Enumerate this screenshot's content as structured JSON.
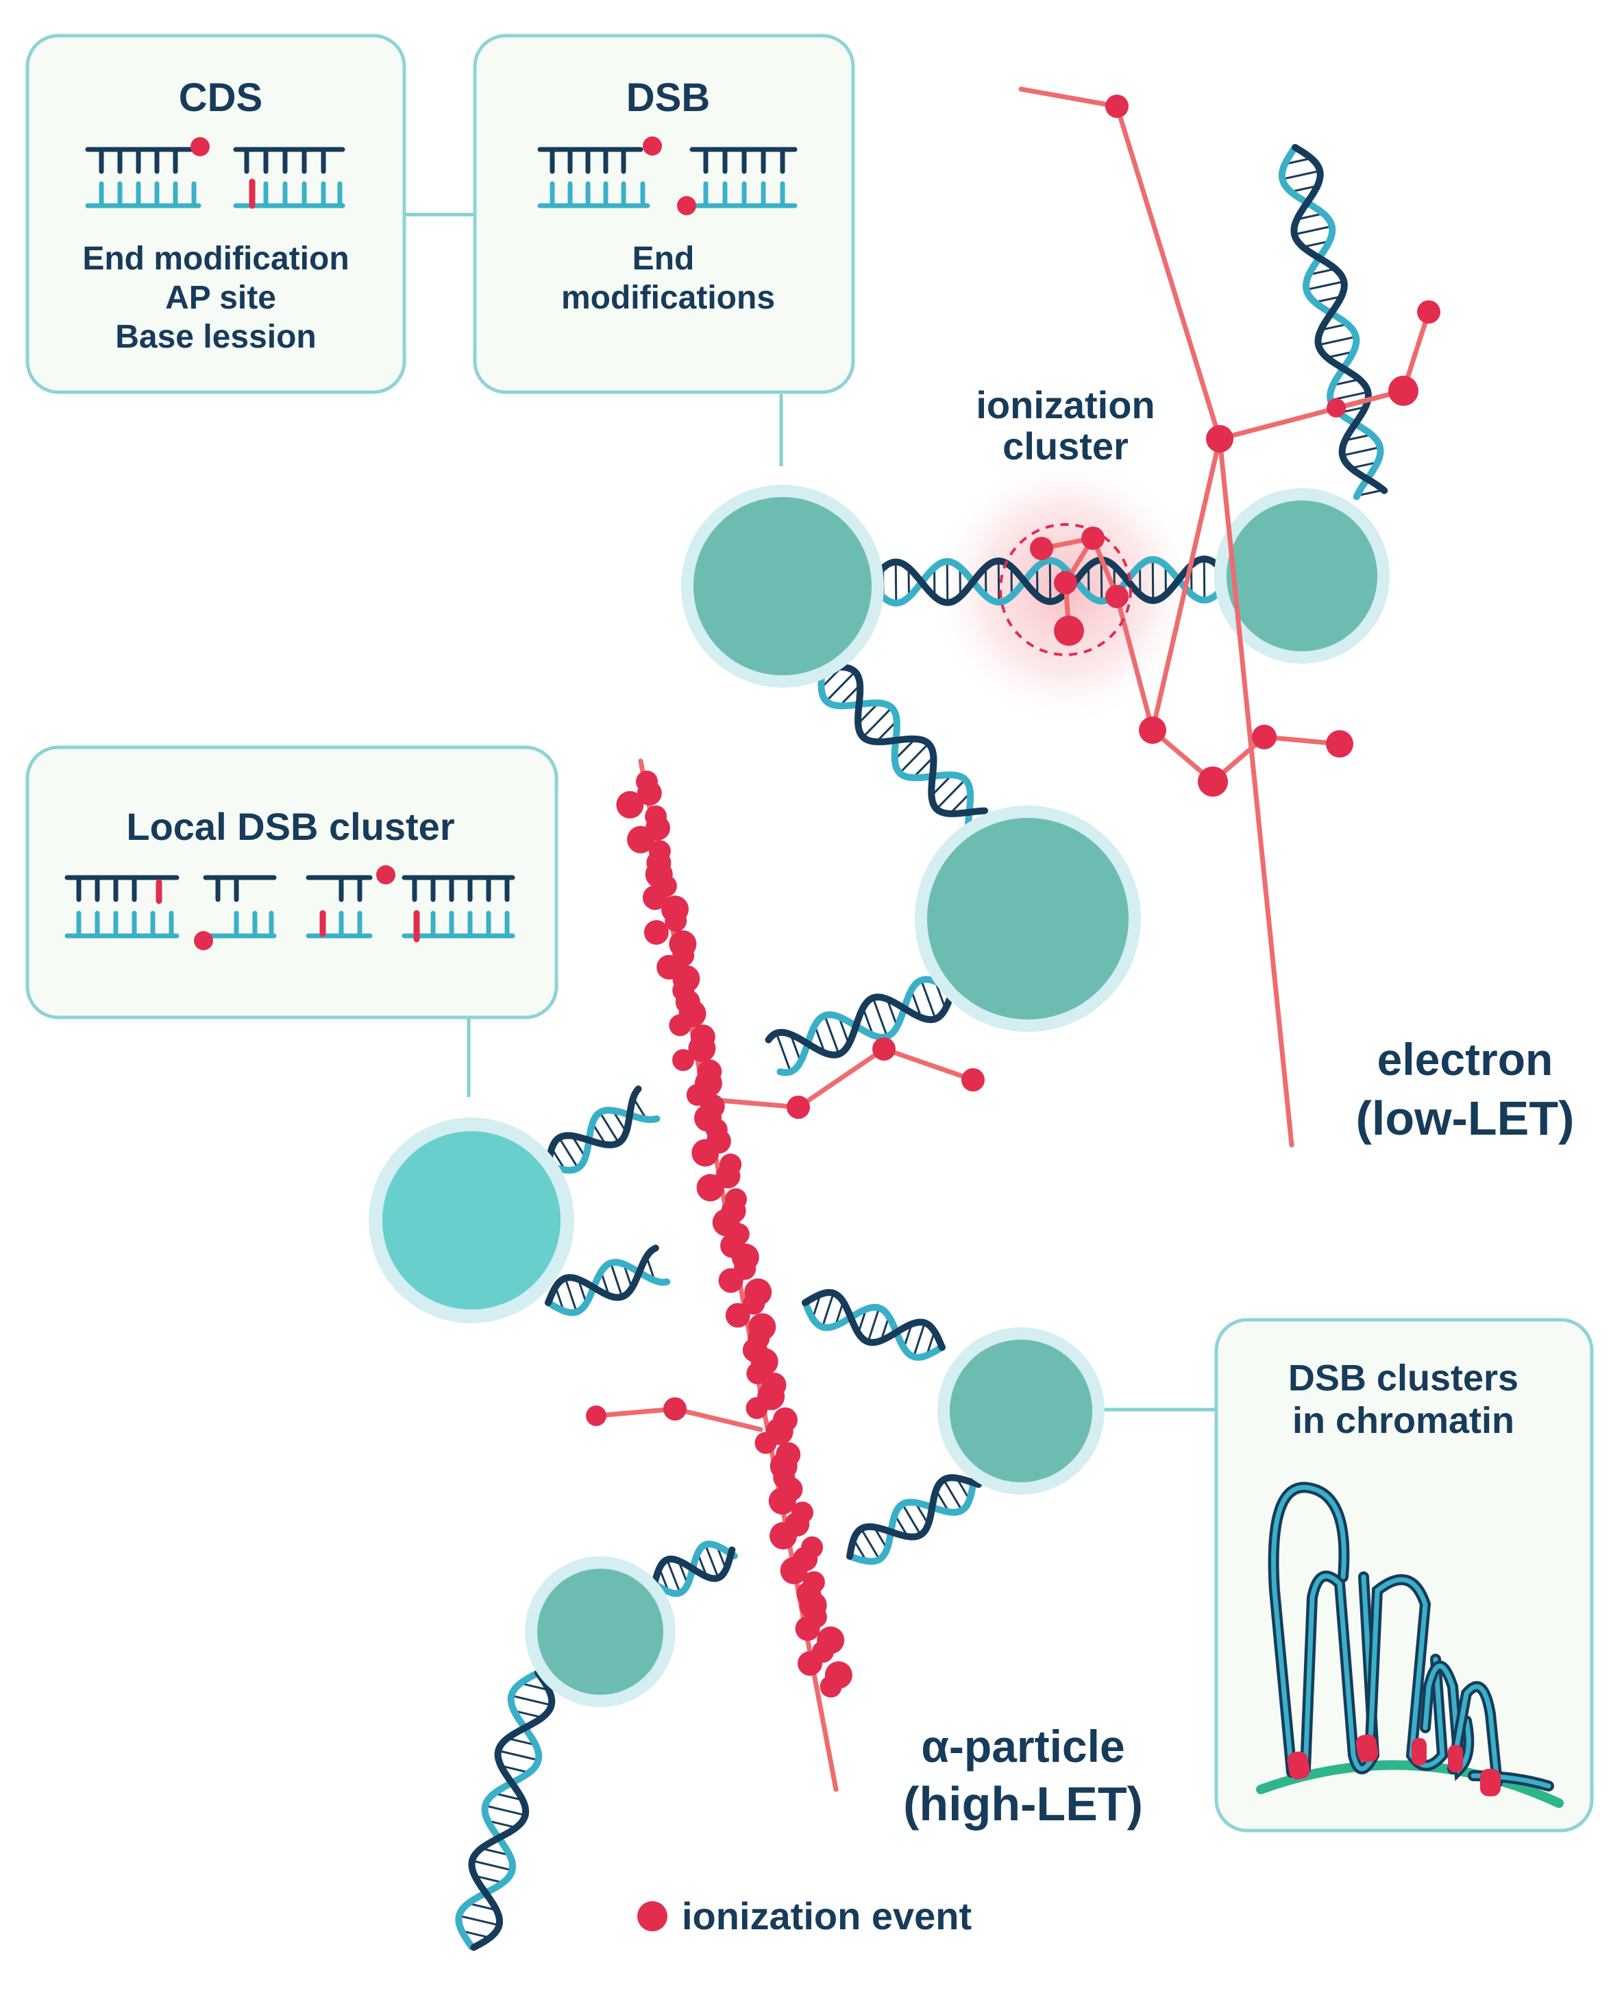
{
  "boxes": {
    "cds": {
      "title": "CDS",
      "lines": [
        "End modification",
        "AP site",
        "Base lession"
      ]
    },
    "dsb": {
      "title": "DSB",
      "lines": [
        "End",
        "modifications"
      ]
    },
    "local": {
      "title": "Local DSB cluster"
    },
    "chromatin": {
      "title_lines": [
        "DSB clusters",
        "in chromatin"
      ]
    }
  },
  "labels": {
    "ionization_cluster": [
      "ionization",
      "cluster"
    ],
    "electron": [
      "electron",
      "(low-LET)"
    ],
    "alpha": [
      "α-particle",
      "(high-LET)"
    ],
    "legend": "ionization event"
  },
  "colors": {
    "ionization": "#e22d4e",
    "track": "#ee6b6e",
    "dna_dark": "#173b5a",
    "dna_light": "#3ab0c8",
    "nucleosome": "#6dbcb1",
    "box_border": "#8fd3d6"
  }
}
